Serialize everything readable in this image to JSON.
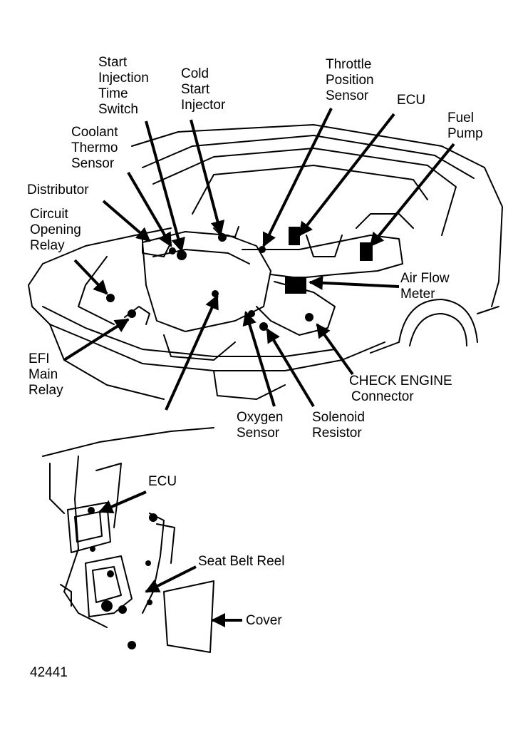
{
  "labels": {
    "start_injection": [
      "Start",
      "Injection",
      "Time",
      "Switch"
    ],
    "cold_start": [
      "Cold",
      "Start",
      "Injector"
    ],
    "throttle": [
      "Throttle",
      "Position",
      "Sensor"
    ],
    "ecu_top": [
      "ECU"
    ],
    "fuel_pump": [
      "Fuel",
      "Pump"
    ],
    "coolant": [
      "Coolant",
      "Thermo",
      "Sensor"
    ],
    "distributor": [
      "Distributor"
    ],
    "circuit": [
      "Circuit",
      "Opening",
      "Relay"
    ],
    "air_flow": [
      "Air Flow",
      "Meter"
    ],
    "efi": [
      "EFI",
      "Main",
      "Relay"
    ],
    "check_engine": [
      "CHECK ENGINE",
      "Connector"
    ],
    "oxygen": [
      "Oxygen",
      "Sensor"
    ],
    "solenoid": [
      "Solenoid",
      "Resistor"
    ],
    "ecu_bottom": [
      "ECU"
    ],
    "seat_belt": [
      "Seat Belt Reel"
    ],
    "cover": [
      "Cover"
    ]
  },
  "figure_number": "42441"
}
